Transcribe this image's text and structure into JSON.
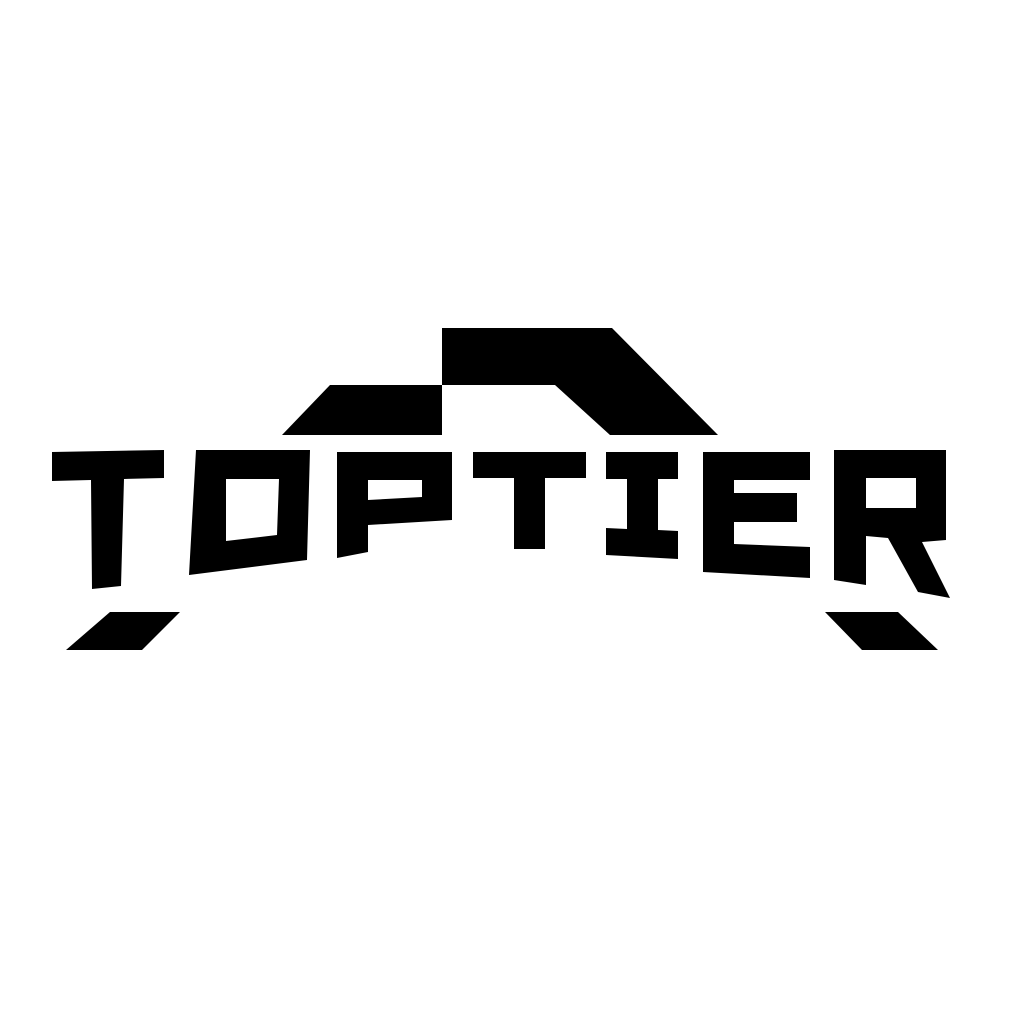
{
  "logo": {
    "wordmark": "TOPTIER",
    "letters": [
      "T",
      "O",
      "P",
      "T",
      "I",
      "E",
      "R"
    ],
    "style": "checkered-flag-arch",
    "colors": {
      "ink": "#000000",
      "background": "#ffffff"
    }
  }
}
